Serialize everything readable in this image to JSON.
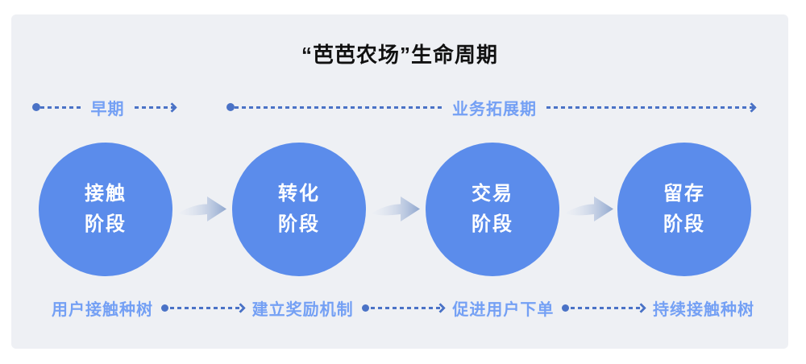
{
  "title": "“芭芭农场”生命周期",
  "timeline": {
    "early": "早期",
    "expansion": "业务拓展期"
  },
  "stages": [
    {
      "line1": "接触",
      "line2": "阶段"
    },
    {
      "line1": "转化",
      "line2": "阶段"
    },
    {
      "line1": "交易",
      "line2": "阶段"
    },
    {
      "line1": "留存",
      "line2": "阶段"
    }
  ],
  "actions": [
    "用户接触种树",
    "建立奖励机制",
    "促进用户下单",
    "持续接触种树"
  ],
  "colors": {
    "panel-bg": "#eef0f4",
    "circle-blue": "#5b8ceb",
    "line-blue": "#4a72c6",
    "label-blue": "#74a0f4",
    "title-color": "#111111",
    "arrow-from": "#e7ecf5",
    "arrow-to": "#8fa6ce"
  }
}
